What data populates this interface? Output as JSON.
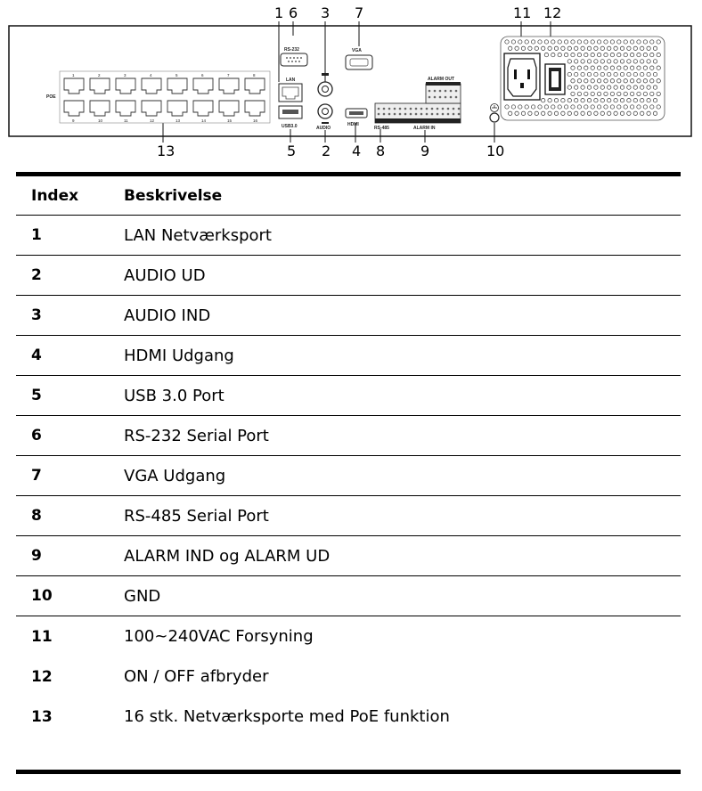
{
  "figure": {
    "callouts": [
      "1",
      "6",
      "3",
      "7",
      "11",
      "12",
      "13",
      "5",
      "2",
      "4",
      "8",
      "9",
      "10"
    ],
    "panel_labels": {
      "poe": "POE",
      "lan": "LAN",
      "rs232": "RS-232",
      "vga": "VGA",
      "usb": "USB3.0",
      "audio": "AUDIO",
      "hdmi": "HDMI",
      "rs485": "RS-485",
      "alarm_out": "ALARM OUT",
      "alarm_in": "ALARM IN"
    },
    "port_numbers_top": [
      "1",
      "2",
      "3",
      "4",
      "5",
      "6",
      "7",
      "8"
    ],
    "port_numbers_bottom": [
      "9",
      "10",
      "11",
      "12",
      "13",
      "14",
      "15",
      "16"
    ]
  },
  "table": {
    "header": {
      "index": "Index",
      "description": "Beskrivelse"
    },
    "rows": [
      {
        "index": "1",
        "description": "LAN Netværksport"
      },
      {
        "index": "2",
        "description": "AUDIO UD"
      },
      {
        "index": "3",
        "description": "AUDIO IND"
      },
      {
        "index": "4",
        "description": "HDMI Udgang"
      },
      {
        "index": "5",
        "description": "USB 3.0 Port"
      },
      {
        "index": "6",
        "description": "RS-232 Serial Port"
      },
      {
        "index": "7",
        "description": "VGA Udgang"
      },
      {
        "index": "8",
        "description": "RS-485 Serial Port"
      },
      {
        "index": "9",
        "description": "ALARM IND og ALARM UD"
      },
      {
        "index": "10",
        "description": "GND"
      },
      {
        "index": "11",
        "description": "100~240VAC Forsyning"
      },
      {
        "index": "12",
        "description": "ON / OFF afbryder"
      },
      {
        "index": "13",
        "description": "16 stk. Netværksporte med PoE funktion"
      }
    ]
  }
}
